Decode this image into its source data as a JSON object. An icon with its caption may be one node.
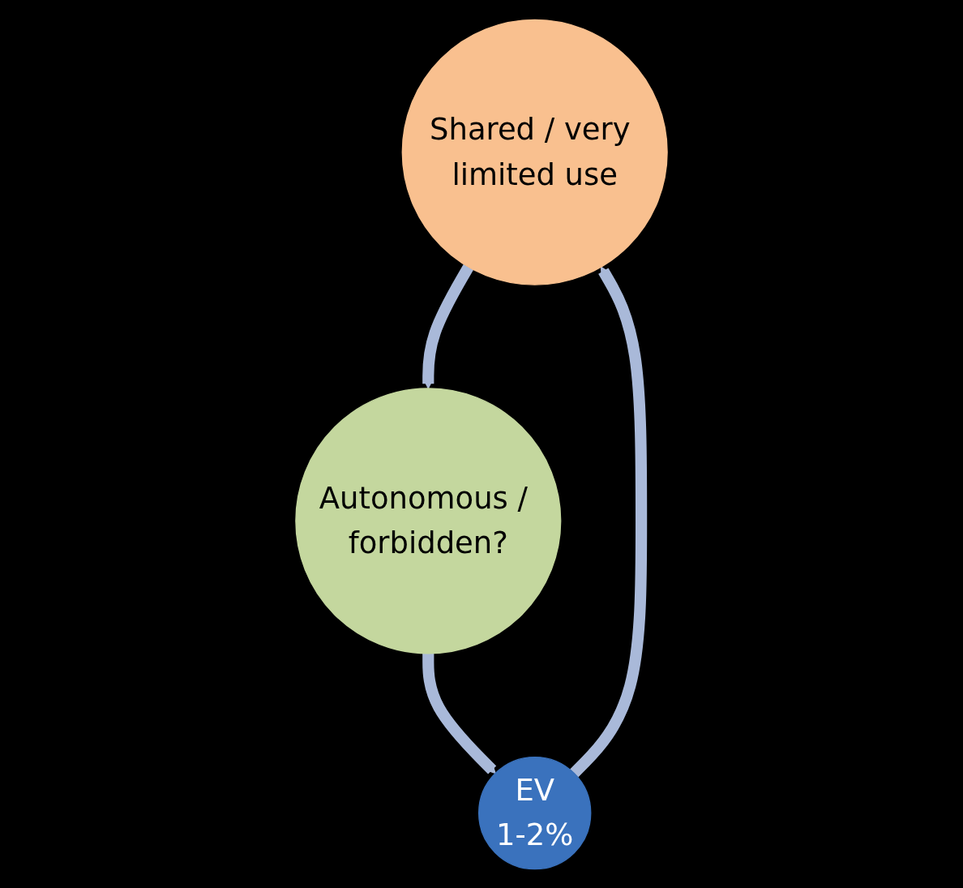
{
  "diagram": {
    "nodes": [
      {
        "text": [
          "Shared / very limited use"
        ]
      },
      {
        "text": [
          "EV",
          "1-2%"
        ]
      },
      {
        "text": [
          "Autonomous / forbidden?"
        ]
      }
    ],
    "edges": [
      {
        "from": 1,
        "to": 0,
        "arrow": "to"
      },
      {
        "from": 0,
        "to": 2,
        "arrow": "to"
      },
      {
        "from": 2,
        "to": 1,
        "arrow": "to"
      }
    ]
  }
}
